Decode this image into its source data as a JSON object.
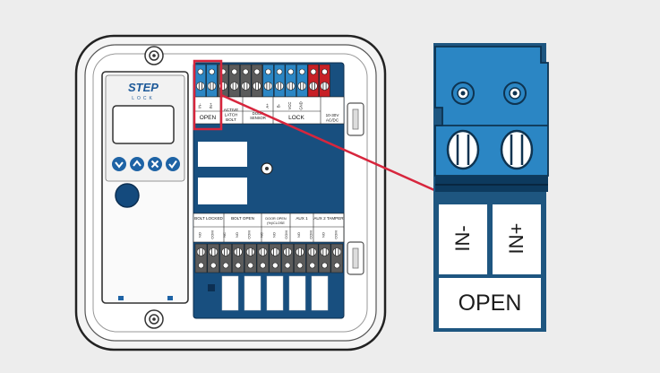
{
  "device": {
    "logo_top": "STEP",
    "logo_bottom": "LOCK",
    "keypad_icons": [
      "chevron-down-icon",
      "chevron-up-icon",
      "close-icon",
      "check-icon"
    ]
  },
  "top_terminals": {
    "pins": [
      "IN-",
      "IN+",
      "",
      "",
      "",
      "",
      "A+",
      "B-",
      "VCC",
      "GND",
      "",
      ""
    ],
    "groups": [
      "OPEN",
      "ACTIVE LATCH BOLT",
      "DOOR SENSOR",
      "LOCK",
      "10-30V AC/DC"
    ]
  },
  "bottom_terminals": {
    "groups": [
      "BOLT LOCKED",
      "BOLT OPEN",
      "DOOR OPEN (%)/CLOSE",
      "AUX 1",
      "AUX 2 TAMPER"
    ],
    "pins": [
      "NO",
      "COM",
      "NC",
      "NO",
      "COM",
      "NC",
      "NO",
      "COM",
      "NO",
      "COM",
      "NO",
      "COM"
    ]
  },
  "zoom": {
    "pin_left": "IN-",
    "pin_right": "IN+",
    "label": "OPEN"
  },
  "colors": {
    "pcb_blue": "#184f7f",
    "terminal_blue": "#2b86c4",
    "terminal_red": "#c72026",
    "terminal_dark": "#5b5b5b",
    "callout_red": "#d7263d",
    "zoom_background": "#1e5680"
  }
}
